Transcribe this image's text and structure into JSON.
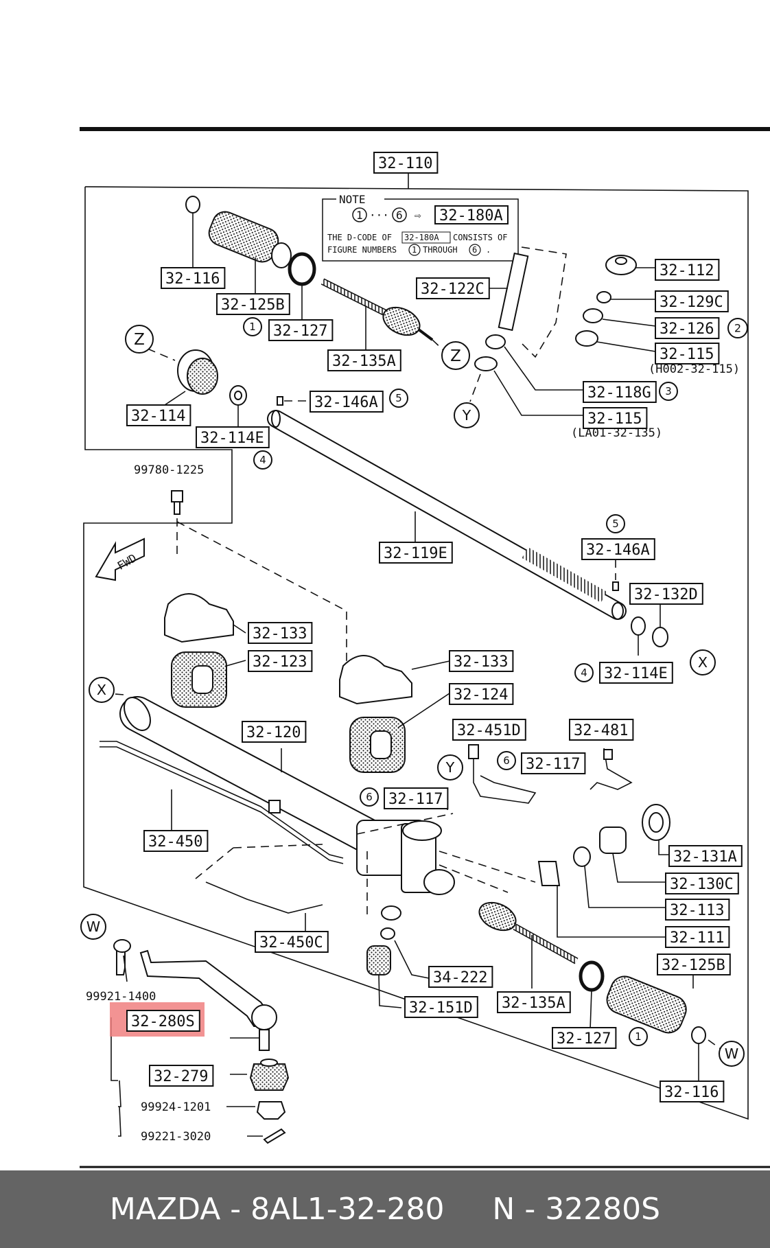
{
  "diagram": {
    "labels": {
      "l32_110": "32-110",
      "l32_116_top": "32-116",
      "l32_125B_top": "32-125B",
      "l32_127_top": "32-127",
      "l32_135A_top": "32-135A",
      "l32_122C": "32-122C",
      "l32_112": "32-112",
      "l32_129C": "32-129C",
      "l32_126": "32-126",
      "l32_115_a": "32-115",
      "l32_115_a_note": "(H002-32-115)",
      "l32_118G": "32-118G",
      "l32_115_b": "32-115",
      "l32_115_b_note": "(LA01-32-135)",
      "l32_114": "32-114",
      "l32_114E_top": "32-114E",
      "l32_146A_top": "32-146A",
      "l99780": "99780-1225",
      "l32_119E": "32-119E",
      "l32_146A_mid": "32-146A",
      "l32_132D": "32-132D",
      "l32_114E_mid": "32-114E",
      "l32_133_a": "32-133",
      "l32_123": "32-123",
      "l32_133_b": "32-133",
      "l32_124": "32-124",
      "l32_120": "32-120",
      "l32_451D": "32-451D",
      "l32_481": "32-481",
      "l32_117_a": "32-117",
      "l32_117_b": "32-117",
      "l32_450": "32-450",
      "l32_131A": "32-131A",
      "l32_130C": "32-130C",
      "l32_113": "32-113",
      "l32_111": "32-111",
      "l32_125B_bot": "32-125B",
      "l32_450C": "32-450C",
      "l34_222": "34-222",
      "l32_151D": "32-151D",
      "l32_135A_bot": "32-135A",
      "l32_127_bot": "32-127",
      "l99921": "99921-1400",
      "l32_280S": "32-280S",
      "l32_279": "32-279",
      "l99924": "99924-1201",
      "l99221": "99221-3020",
      "l32_116_bot": "32-116",
      "fwd": "FWD"
    },
    "note": {
      "title": "NOTE",
      "range_start": "1",
      "range_dots": "···",
      "range_end": "6",
      "arrow": "⇨",
      "code": "32-180A",
      "line1_a": "THE D-CODE OF",
      "line1_code": "32-180A",
      "line1_b": "CONSISTS OF",
      "line2_a": "FIGURE NUMBERS",
      "line2_n1": "1",
      "line2_b": "THROUGH",
      "line2_n2": "6",
      "line2_c": "."
    },
    "callouts": {
      "c1_top": "1",
      "c2": "2",
      "c3": "3",
      "c4_top": "4",
      "c5_top": "5",
      "c5_mid": "5",
      "c4_mid": "4",
      "c6_a": "6",
      "c6_b": "6",
      "c1_bot": "1",
      "z1": "Z",
      "z2": "Z",
      "y1": "Y",
      "y2": "Y",
      "x1": "X",
      "x2": "X",
      "w1": "W",
      "w2": "W"
    },
    "highlight_color": "#f08080"
  },
  "footer": {
    "text": "MAZDA - 8AL1-32-280     N - 32280S",
    "background": "#646464",
    "color": "#ffffff"
  }
}
